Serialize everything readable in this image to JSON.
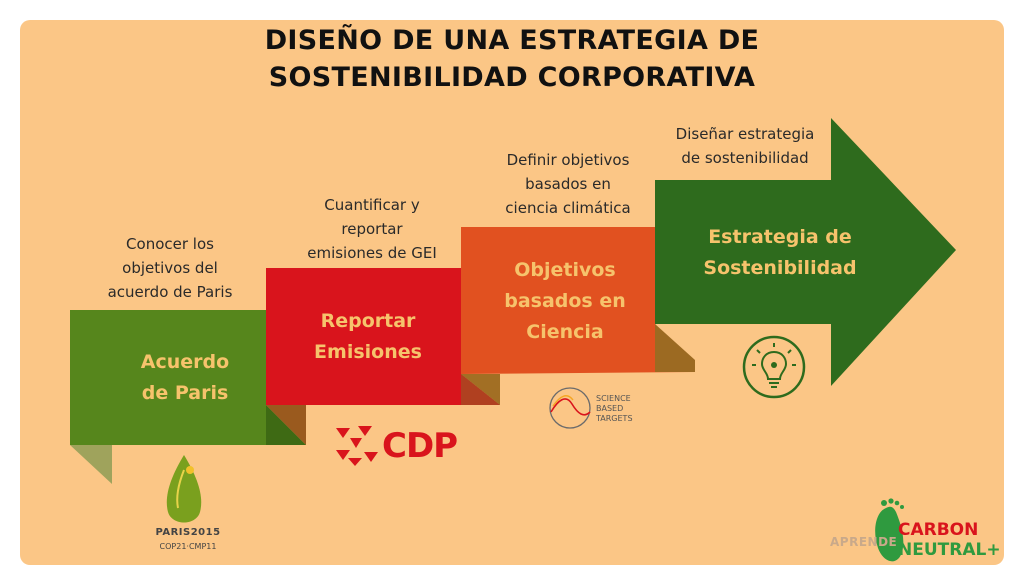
{
  "title": {
    "line1": "DISEÑO DE UNA ESTRATEGIA DE",
    "line2": "SOSTENIBILIDAD CORPORATIVA"
  },
  "steps": [
    {
      "label_line1": "Acuerdo",
      "label_line2": "de Paris",
      "caption_line1": "Conocer los",
      "caption_line2": "objetivos del",
      "caption_line3": "acuerdo de Paris",
      "color": "#56861c",
      "fold_color": "#9fa35c"
    },
    {
      "label_line1": "Reportar",
      "label_line2": "Emisiones",
      "caption_line1": "Cuantificar y",
      "caption_line2": "reportar",
      "caption_line3": "emisiones de GEI",
      "color": "#d9141c",
      "fold_color": "#9a5a1e"
    },
    {
      "label_line1": "Objetivos",
      "label_line2": "basados en",
      "label_line3": "Ciencia",
      "caption_line1": "Definir objetivos",
      "caption_line2": "basados en",
      "caption_line3": "ciencia climática",
      "color": "#e15120",
      "fold_color": "#a26f24"
    },
    {
      "label_line1": "Estrategia de",
      "label_line2": "Sostenibilidad",
      "caption_line1": "Diseñar estrategia",
      "caption_line2": "de sostenibilidad",
      "color": "#2e6b1d"
    }
  ],
  "logos": {
    "paris": {
      "line1": "PARIS2015",
      "line2": "COP21·CMP11"
    },
    "cdp": "CDP",
    "sbt": {
      "line1": "SCIENCE",
      "line2": "BASED",
      "line3": "TARGETS"
    },
    "brand": {
      "line1": "CARBON",
      "line2": "NEUTRAL+",
      "back": "APRENDE"
    }
  },
  "icons": [
    "paris-leaf-icon",
    "cdp-logo-icon",
    "science-based-targets-icon",
    "lightbulb-icon",
    "footprint-icon"
  ],
  "colors": {
    "background": "#fbc686",
    "label_light": "#f6c36c",
    "label_white": "#ffffff",
    "brand_red": "#d9141c",
    "brand_green": "#2f9a3f"
  }
}
